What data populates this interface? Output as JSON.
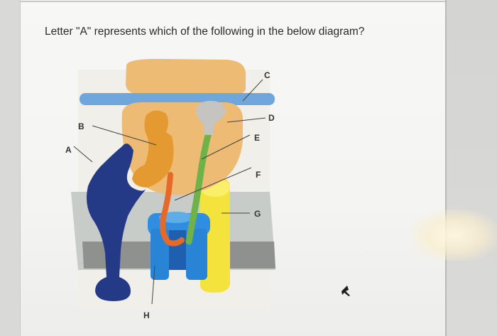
{
  "question": {
    "text": "Letter \"A\" represents which of the following in the below diagram?"
  },
  "diagram": {
    "labels": {
      "a": "A",
      "b": "B",
      "c": "C",
      "d": "D",
      "e": "E",
      "f": "F",
      "g": "G",
      "h": "H"
    }
  }
}
